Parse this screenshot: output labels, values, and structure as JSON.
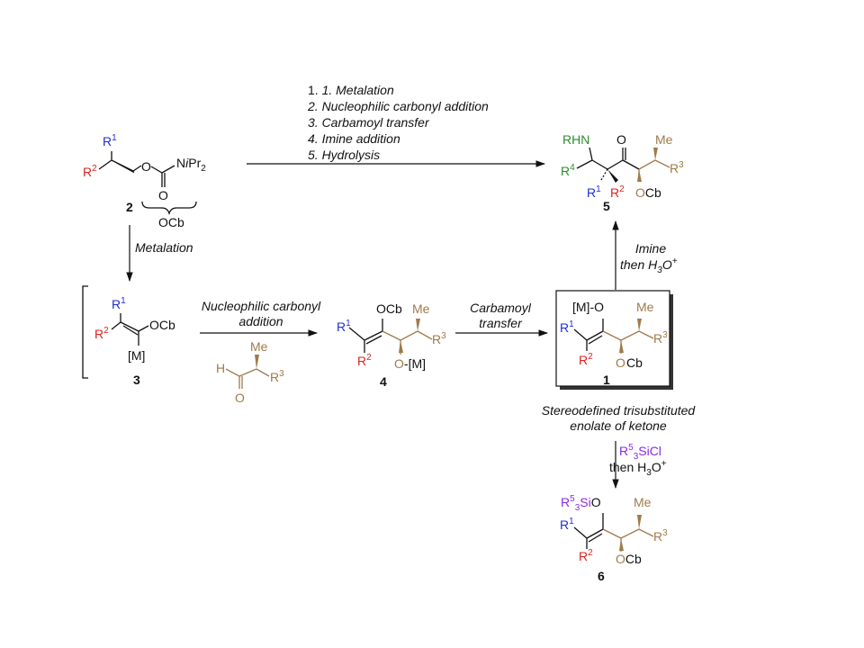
{
  "colors": {
    "r1": "#1f2fd6",
    "r2": "#e0221e",
    "r4": "#2e8b2e",
    "r3": "#a07a4a",
    "r5": "#8a2be2"
  },
  "compound_labels": {
    "c2": "2",
    "c3": "3",
    "c4": "4",
    "c1": "1",
    "c5": "5",
    "c6": "6"
  },
  "atoms": {
    "r1": "R",
    "r2": "R",
    "r3": "R",
    "r4": "R",
    "r5": "R",
    "sup1": "1",
    "sup2": "2",
    "sup3": "3",
    "sup4": "4",
    "sup5": "5",
    "o": "O",
    "ocb": "OCb",
    "me": "Me",
    "h": "H",
    "m": "[M]",
    "mo": "[M]-O",
    "om": "O-[M]",
    "n_ipr2_n": "N",
    "n_ipr2_i": "i",
    "n_ipr2_pr": "Pr",
    "sub2": "2",
    "rhn_r": "R",
    "rhn_hn": "HN",
    "si": "Si",
    "sio": "SiO",
    "sub3": "3"
  },
  "steps": {
    "direct": [
      "1. Metalation",
      "2. Nucleophilic carbonyl addition",
      "3. Carbamoyl transfer",
      "4. Imine addition",
      "5. Hydrolysis"
    ],
    "metalation": "Metalation",
    "nuc_line1": "Nucleophilic carbonyl",
    "nuc_line2": "addition",
    "carb_line1": "Carbamoyl",
    "carb_line2": "transfer",
    "imine_line1": "Imine",
    "imine_line2_prefix": "then H",
    "imine_sub": "3",
    "imine_o": "O",
    "imine_sup": "+",
    "silyl_si": "SiCl",
    "silyl_then": "then H",
    "silyl_sub": "3",
    "silyl_o": "O",
    "silyl_sup": "+"
  },
  "caption": {
    "line1": "Stereodefined trisubstituted",
    "line2": "enolate of ketone"
  },
  "ocb_brace_label": "OCb"
}
